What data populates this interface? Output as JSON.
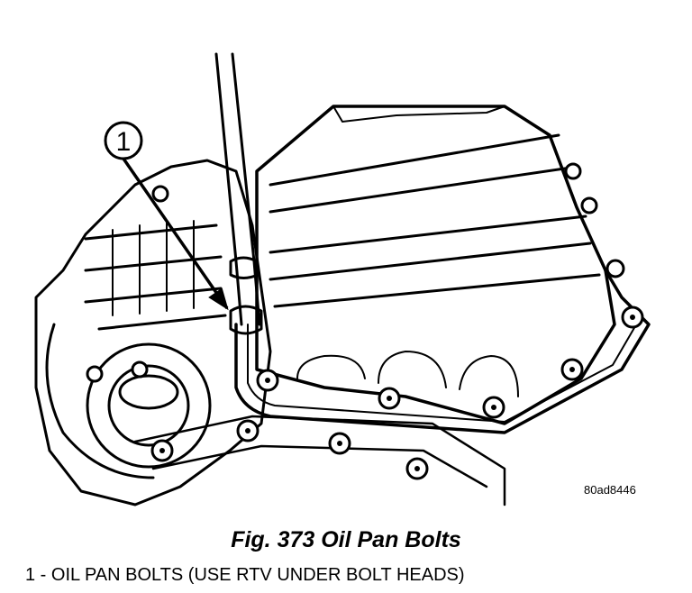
{
  "figure": {
    "callout_number": "1",
    "image_id": "80ad8446",
    "caption": "Fig. 373 Oil Pan Bolts",
    "legend": [
      {
        "text": "1 - OIL PAN BOLTS (USE RTV UNDER BOLT HEADS)"
      }
    ]
  }
}
